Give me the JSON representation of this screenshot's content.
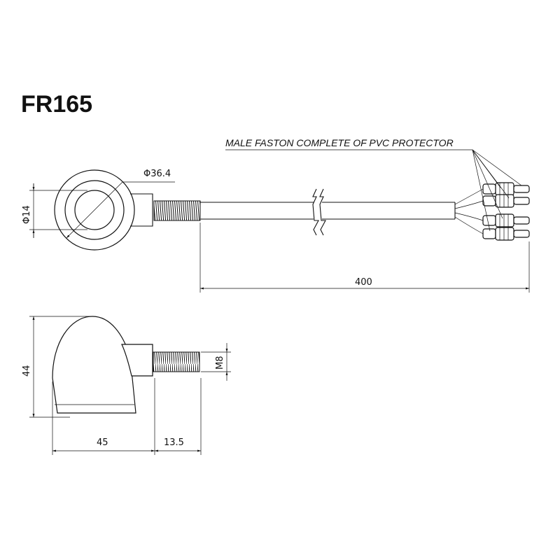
{
  "title": "FR165",
  "note": "MALE FASTON COMPLETE OF PVC PROTECTOR",
  "dimensions": {
    "outer_diameter": "Φ36.4",
    "inner_diameter": "Φ14",
    "cable_length": "400",
    "height": "44",
    "body_length": "45",
    "thread_length": "13.5",
    "thread_size": "M8"
  }
}
